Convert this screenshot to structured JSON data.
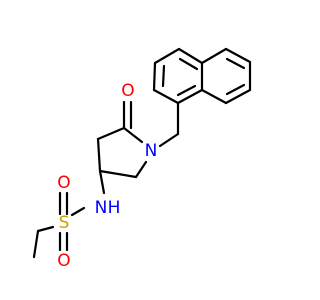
{
  "atoms": {
    "oxygen_carbonyl": "O",
    "nitrogen_ring": "N",
    "nitrogen_amide": "N",
    "hydrogen_amide": "H",
    "sulfur": "S",
    "oxygen_sulfonyl_top": "O",
    "oxygen_sulfonyl_bottom": "O"
  },
  "colors": {
    "bond": "#000000",
    "oxygen": "#ff0000",
    "nitrogen": "#0000ff",
    "sulfur": "#c8a000",
    "background": "#ffffff"
  }
}
